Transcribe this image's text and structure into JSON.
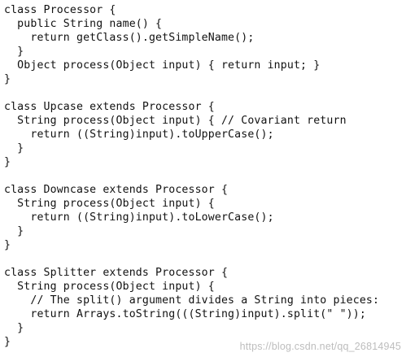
{
  "document": {
    "lines": [
      "class Processor {",
      "  public String name() {",
      "    return getClass().getSimpleName();",
      "  }",
      "  Object process(Object input) { return input; }",
      "}",
      "",
      "class Upcase extends Processor {",
      "  String process(Object input) { // Covariant return",
      "    return ((String)input).toUpperCase();",
      "  }",
      "}",
      "",
      "class Downcase extends Processor {",
      "  String process(Object input) {",
      "    return ((String)input).toLowerCase();",
      "  }",
      "}",
      "",
      "class Splitter extends Processor {",
      "  String process(Object input) {",
      "    // The split() argument divides a String into pieces:",
      "    return Arrays.toString(((String)input).split(\" \"));",
      "  }",
      "}"
    ]
  },
  "watermark": {
    "text": "https://blog.csdn.net/qq_26814945"
  }
}
